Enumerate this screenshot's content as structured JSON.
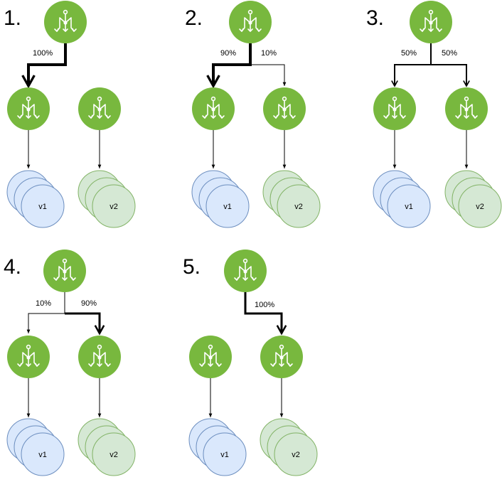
{
  "diagram": {
    "steps": [
      {
        "label": "1.",
        "left": "100%",
        "right": ""
      },
      {
        "label": "2.",
        "left": "90%",
        "right": "10%"
      },
      {
        "label": "3.",
        "left": "50%",
        "right": "50%"
      },
      {
        "label": "4.",
        "left": "10%",
        "right": "90%"
      },
      {
        "label": "5.",
        "left": "",
        "right": "100%"
      }
    ],
    "versions": [
      "v1",
      "v2"
    ],
    "icon": "load-balancer-icon",
    "colors": {
      "load_balancer": "#78b83e",
      "v1_fill": "#dae8fc",
      "v1_stroke": "#6c8ebf",
      "v2_fill": "#d5e8d4",
      "v2_stroke": "#82b366"
    }
  }
}
